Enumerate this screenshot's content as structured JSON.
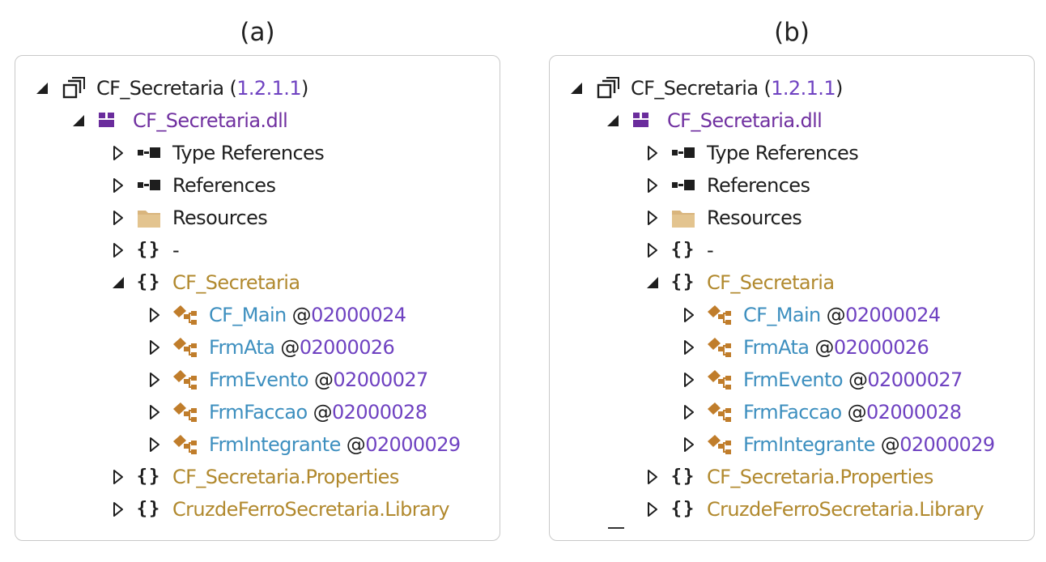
{
  "captions": {
    "a": "(a)",
    "b": "(b)"
  },
  "panels": [
    {
      "id": "a",
      "rows": [
        {
          "level": 0,
          "expander": "expanded",
          "icon": "assembly-icon",
          "parts": [
            {
              "t": "CF_Secretaria (",
              "c": "dark"
            },
            {
              "t": "1.2.1.1",
              "c": "version"
            },
            {
              "t": ")",
              "c": "dark"
            }
          ]
        },
        {
          "level": 1,
          "expander": "expanded",
          "icon": "module-icon",
          "parts": [
            {
              "t": "CF_Secretaria.dll",
              "c": "purple"
            }
          ]
        },
        {
          "level": 2,
          "expander": "collapsed",
          "icon": "references-icon",
          "parts": [
            {
              "t": "Type References",
              "c": "dark"
            }
          ]
        },
        {
          "level": 2,
          "expander": "collapsed",
          "icon": "references-icon",
          "parts": [
            {
              "t": "References",
              "c": "dark"
            }
          ]
        },
        {
          "level": 2,
          "expander": "collapsed",
          "icon": "folder-icon",
          "parts": [
            {
              "t": "Resources",
              "c": "dark"
            }
          ]
        },
        {
          "level": 2,
          "expander": "collapsed",
          "icon": "namespace-icon",
          "parts": [
            {
              "t": "-",
              "c": "dark"
            }
          ]
        },
        {
          "level": 2,
          "expander": "expanded",
          "icon": "namespace-icon",
          "parts": [
            {
              "t": "CF_Secretaria",
              "c": "ns"
            }
          ]
        },
        {
          "level": 3,
          "expander": "collapsed",
          "icon": "class-icon",
          "parts": [
            {
              "t": "CF_Main",
              "c": "type"
            },
            {
              "t": " @",
              "c": "at"
            },
            {
              "t": "02000024",
              "c": "token"
            }
          ]
        },
        {
          "level": 3,
          "expander": "collapsed",
          "icon": "class-icon",
          "parts": [
            {
              "t": "FrmAta",
              "c": "type"
            },
            {
              "t": " @",
              "c": "at"
            },
            {
              "t": "02000026",
              "c": "token"
            }
          ]
        },
        {
          "level": 3,
          "expander": "collapsed",
          "icon": "class-icon",
          "parts": [
            {
              "t": "FrmEvento",
              "c": "type"
            },
            {
              "t": " @",
              "c": "at"
            },
            {
              "t": "02000027",
              "c": "token"
            }
          ]
        },
        {
          "level": 3,
          "expander": "collapsed",
          "icon": "class-icon",
          "parts": [
            {
              "t": "FrmFaccao",
              "c": "type"
            },
            {
              "t": " @",
              "c": "at"
            },
            {
              "t": "02000028",
              "c": "token"
            }
          ]
        },
        {
          "level": 3,
          "expander": "collapsed",
          "icon": "class-icon",
          "parts": [
            {
              "t": "FrmIntegrante",
              "c": "type"
            },
            {
              "t": " @",
              "c": "at"
            },
            {
              "t": "02000029",
              "c": "token"
            }
          ]
        },
        {
          "level": 2,
          "expander": "collapsed",
          "icon": "namespace-icon",
          "parts": [
            {
              "t": "CF_Secretaria.Properties",
              "c": "ns"
            }
          ]
        },
        {
          "level": 2,
          "expander": "collapsed",
          "icon": "namespace-icon",
          "parts": [
            {
              "t": "CruzdeFerroSecretaria.Library",
              "c": "ns"
            }
          ]
        }
      ]
    },
    {
      "id": "b",
      "rows": [
        {
          "level": 0,
          "expander": "expanded",
          "icon": "assembly-icon",
          "parts": [
            {
              "t": "CF_Secretaria (",
              "c": "dark"
            },
            {
              "t": "1.2.1.1",
              "c": "version"
            },
            {
              "t": ")",
              "c": "dark"
            }
          ]
        },
        {
          "level": 1,
          "expander": "expanded",
          "icon": "module-icon",
          "parts": [
            {
              "t": "CF_Secretaria.dll",
              "c": "purple"
            }
          ]
        },
        {
          "level": 2,
          "expander": "collapsed",
          "icon": "references-icon",
          "parts": [
            {
              "t": "Type References",
              "c": "dark"
            }
          ]
        },
        {
          "level": 2,
          "expander": "collapsed",
          "icon": "references-icon",
          "parts": [
            {
              "t": "References",
              "c": "dark"
            }
          ]
        },
        {
          "level": 2,
          "expander": "collapsed",
          "icon": "folder-icon",
          "parts": [
            {
              "t": "Resources",
              "c": "dark"
            }
          ]
        },
        {
          "level": 2,
          "expander": "collapsed",
          "icon": "namespace-icon",
          "parts": [
            {
              "t": "-",
              "c": "dark"
            }
          ]
        },
        {
          "level": 2,
          "expander": "expanded",
          "icon": "namespace-icon",
          "parts": [
            {
              "t": "CF_Secretaria",
              "c": "ns"
            }
          ]
        },
        {
          "level": 3,
          "expander": "collapsed",
          "icon": "class-icon",
          "parts": [
            {
              "t": "CF_Main",
              "c": "type"
            },
            {
              "t": " @",
              "c": "at"
            },
            {
              "t": "02000024",
              "c": "token"
            }
          ]
        },
        {
          "level": 3,
          "expander": "collapsed",
          "icon": "class-icon",
          "parts": [
            {
              "t": "FrmAta",
              "c": "type"
            },
            {
              "t": " @",
              "c": "at"
            },
            {
              "t": "02000026",
              "c": "token"
            }
          ]
        },
        {
          "level": 3,
          "expander": "collapsed",
          "icon": "class-icon",
          "parts": [
            {
              "t": "FrmEvento",
              "c": "type"
            },
            {
              "t": " @",
              "c": "at"
            },
            {
              "t": "02000027",
              "c": "token"
            }
          ]
        },
        {
          "level": 3,
          "expander": "collapsed",
          "icon": "class-icon",
          "parts": [
            {
              "t": "FrmFaccao",
              "c": "type"
            },
            {
              "t": " @",
              "c": "at"
            },
            {
              "t": "02000028",
              "c": "token"
            }
          ]
        },
        {
          "level": 3,
          "expander": "collapsed",
          "icon": "class-icon",
          "parts": [
            {
              "t": "FrmIntegrante",
              "c": "type"
            },
            {
              "t": " @",
              "c": "at"
            },
            {
              "t": "02000029",
              "c": "token"
            }
          ]
        },
        {
          "level": 2,
          "expander": "collapsed",
          "icon": "namespace-icon",
          "parts": [
            {
              "t": "CF_Secretaria.Properties",
              "c": "ns"
            }
          ]
        },
        {
          "level": 2,
          "expander": "collapsed",
          "icon": "namespace-icon",
          "parts": [
            {
              "t": "CruzdeFerroSecretaria.Library",
              "c": "ns"
            }
          ]
        }
      ]
    }
  ],
  "colors": {
    "dark": "#1e1e1e",
    "purple": "#7030a0",
    "version": "#6f42c1",
    "ns": "#b1892e",
    "type": "#3d8fbf",
    "token": "#6f42c1",
    "at": "#1e1e1e"
  }
}
